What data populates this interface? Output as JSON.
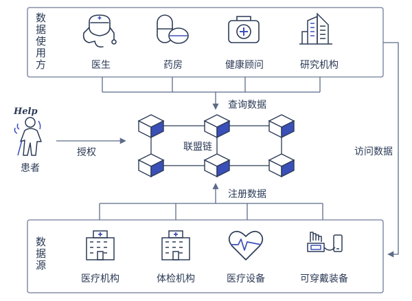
{
  "top_group": {
    "label": "数据使用方",
    "items": [
      {
        "label": "医生",
        "icon": "doctor-icon"
      },
      {
        "label": "药房",
        "icon": "pills-icon"
      },
      {
        "label": "健康顾问",
        "icon": "medical-kit-icon"
      },
      {
        "label": "研究机构",
        "icon": "building-icon"
      }
    ]
  },
  "bottom_group": {
    "label": "数据源",
    "items": [
      {
        "label": "医疗机构",
        "icon": "hospital-icon"
      },
      {
        "label": "体检机构",
        "icon": "clinic-icon"
      },
      {
        "label": "医疗设备",
        "icon": "heart-monitor-icon"
      },
      {
        "label": "可穿戴装备",
        "icon": "wearable-device-icon"
      }
    ]
  },
  "patient": {
    "help_text": "Help",
    "label": "患者",
    "icon": "elderly-patient-icon"
  },
  "flows": {
    "query": "查询数据",
    "register": "注册数据",
    "authorize": "授权",
    "access": "访问数据"
  },
  "network": {
    "label": "联盟链",
    "node_icon": "block-node-icon"
  },
  "colors": {
    "line": "#5b6b88",
    "block_accent": "#3b4fb8",
    "frame": "#6d7b97"
  }
}
